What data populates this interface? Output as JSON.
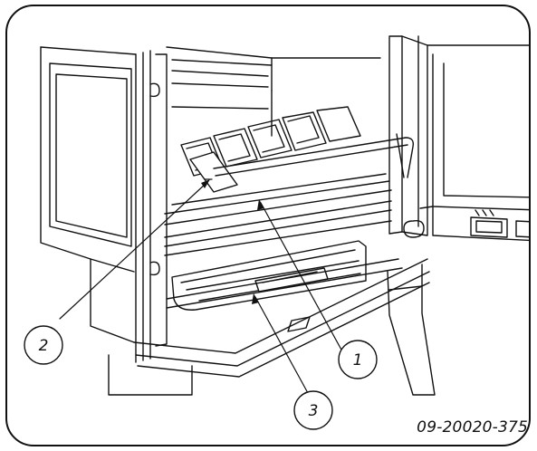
{
  "figure": {
    "reference_code": "09-20020-375",
    "callouts": [
      {
        "id": "callout-2",
        "label": "2"
      },
      {
        "id": "callout-1",
        "label": "1"
      },
      {
        "id": "callout-3",
        "label": "3"
      }
    ]
  }
}
